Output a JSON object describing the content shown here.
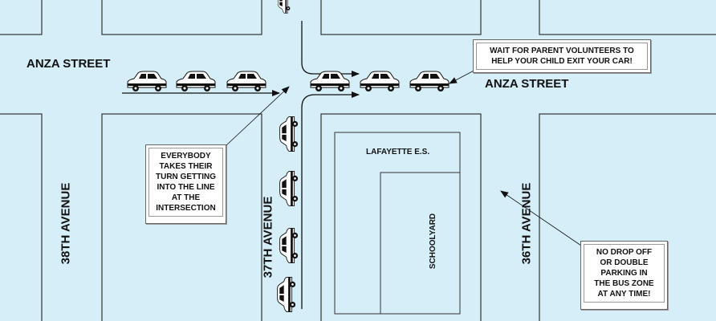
{
  "streets": {
    "anza_left": "ANZA STREET",
    "anza_right": "ANZA STREET",
    "ave_38": "38TH AVENUE",
    "ave_37": "37TH AVENUE",
    "ave_36": "36TH AVENUE"
  },
  "school": {
    "name": "LAFAYETTE E.S.",
    "yard": "SCHOOLYARD"
  },
  "notes": {
    "volunteers": "WAIT FOR PARENT VOLUNTEERS TO HELP YOUR CHILD EXIT YOUR CAR!",
    "turn_lines": [
      "EVERYBODY",
      "TAKES THEIR",
      "TURN GETTING",
      "INTO THE LINE",
      "AT THE",
      "INTERSECTION"
    ],
    "bus_zone_lines": [
      "NO DROP OFF",
      "OR DOUBLE",
      "PARKING IN",
      "THE BUS ZONE",
      "AT ANY TIME!"
    ]
  },
  "colors": {
    "background": "#d6eef8",
    "block_fill": "#d6eef8",
    "block_stroke": "#333333"
  }
}
